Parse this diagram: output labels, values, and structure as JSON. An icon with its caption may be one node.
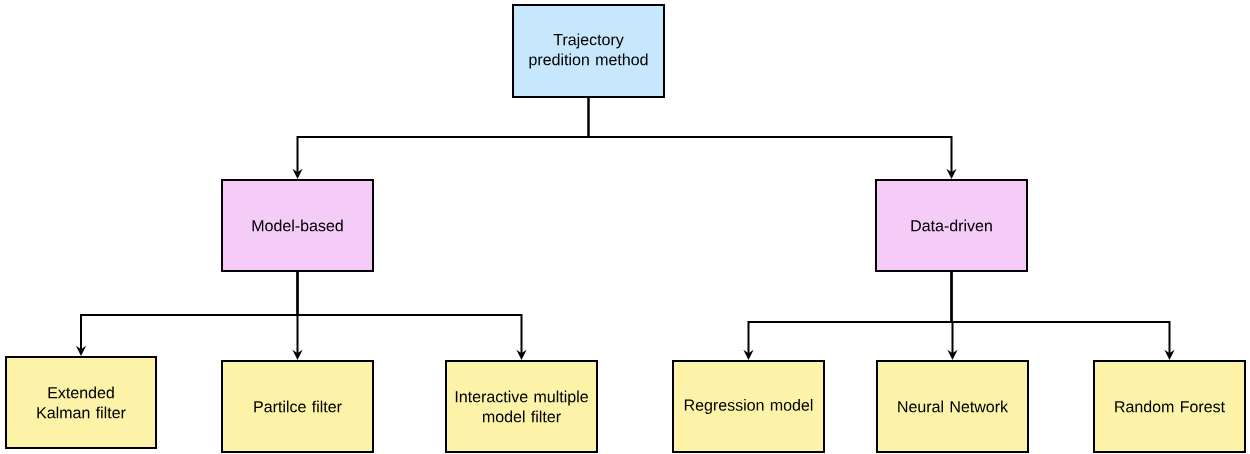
{
  "diagram": {
    "nodes": [
      {
        "text": [
          "Trajectory predition method"
        ]
      },
      {
        "text": [
          "Model-based"
        ]
      },
      {
        "text": [
          "Data-driven"
        ]
      },
      {
        "text": [
          "Extended Kalman filter"
        ]
      },
      {
        "text": [
          "Partilce filter"
        ]
      },
      {
        "text": [
          "Interactive multiple model filter"
        ]
      },
      {
        "text": [
          "Regression model"
        ]
      },
      {
        "text": [
          "Neural Network"
        ]
      },
      {
        "text": [
          "Random Forest"
        ]
      }
    ],
    "edges": [
      {
        "from": 0,
        "to": 1,
        "arrow": "to"
      },
      {
        "from": 0,
        "to": 2,
        "arrow": "to"
      },
      {
        "from": 1,
        "to": 3,
        "arrow": "to"
      },
      {
        "from": 1,
        "to": 4,
        "arrow": "to"
      },
      {
        "from": 1,
        "to": 5,
        "arrow": "to"
      },
      {
        "from": 2,
        "to": 6,
        "arrow": "to"
      },
      {
        "from": 2,
        "to": 7,
        "arrow": "to"
      },
      {
        "from": 2,
        "to": 8,
        "arrow": "to"
      }
    ]
  }
}
